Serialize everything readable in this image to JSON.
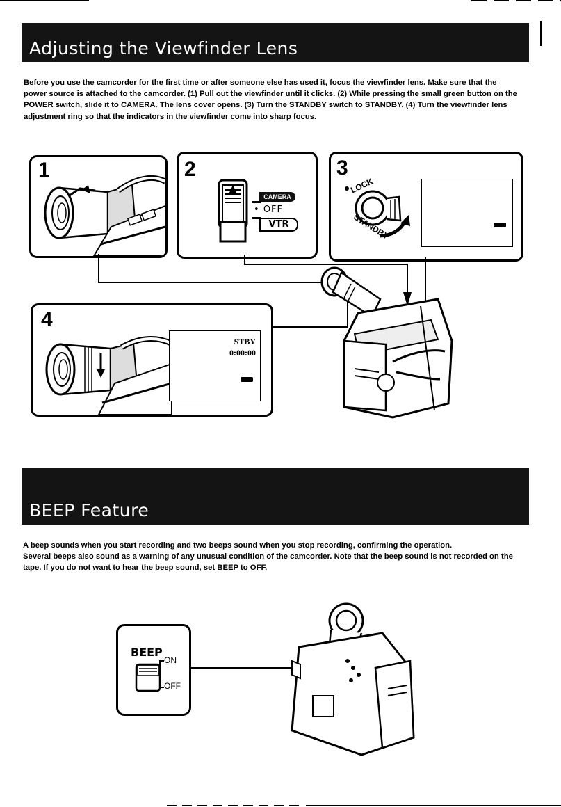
{
  "section1": {
    "title": "Adjusting the Viewfinder Lens",
    "paragraph": "Before you use the camcorder for the first time or after someone else has used it, focus the viewfinder lens. Make sure that the power source is attached to the camcorder. (1) Pull out the viewfinder until it clicks. (2) While pressing the small green button on the POWER switch, slide it to CAMERA. The lens cover opens. (3) Turn the STANDBY switch to STANDBY. (4) Turn the viewfinder lens adjustment ring so that the indicators in the viewfinder come into sharp focus."
  },
  "steps": {
    "step1": "1",
    "step2": "2",
    "step3": "3",
    "step4": "4"
  },
  "power_switch": {
    "camera": "CAMERA",
    "off": "OFF",
    "vtr": "VTR"
  },
  "standby_switch": {
    "lock": "LOCK",
    "standby": "STANDBY"
  },
  "viewfinder_display": {
    "stby": "STBY",
    "counter": "0:00:00"
  },
  "section2": {
    "title": "BEEP Feature",
    "paragraph1": "A beep sounds when you start recording and two beeps sound when you stop recording, confirming the operation.",
    "paragraph2": "Several beeps also sound as a warning of any unusual condition of the camcorder. Note that the beep sound is not recorded on the tape. If you do not want to hear the beep sound, set BEEP to OFF."
  },
  "beep_switch": {
    "label": "BEEP",
    "on": "ON",
    "off": "OFF"
  }
}
